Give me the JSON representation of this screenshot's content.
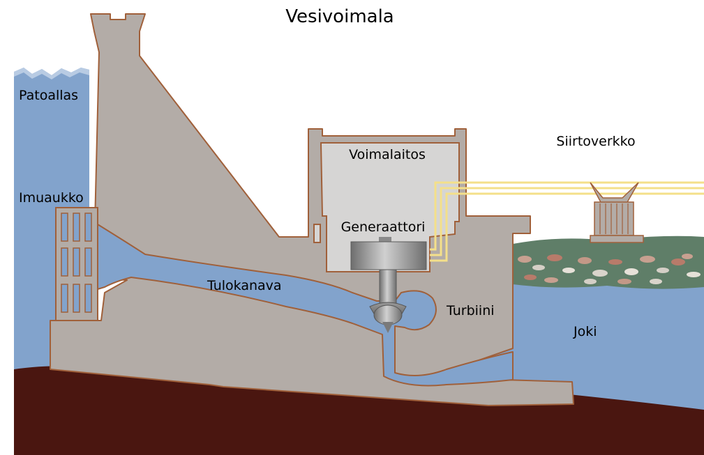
{
  "diagram": {
    "title": "Vesivoimala",
    "labels": {
      "reservoir": "Patoallas",
      "intake": "Imuaukko",
      "powerhouse": "Voimalaitos",
      "generator": "Generaattori",
      "penstock": "Tulokanava",
      "turbine": "Turbiini",
      "river": "Joki",
      "grid": "Siirtoverkko"
    }
  },
  "colors": {
    "water": "#82a3cc",
    "concrete": "#b3aca7",
    "outline": "#a0603a",
    "ground": "#4a1610",
    "grass": "#5f7e68",
    "building_interior": "#d6d5d4",
    "power_line": "#f4e08a"
  }
}
